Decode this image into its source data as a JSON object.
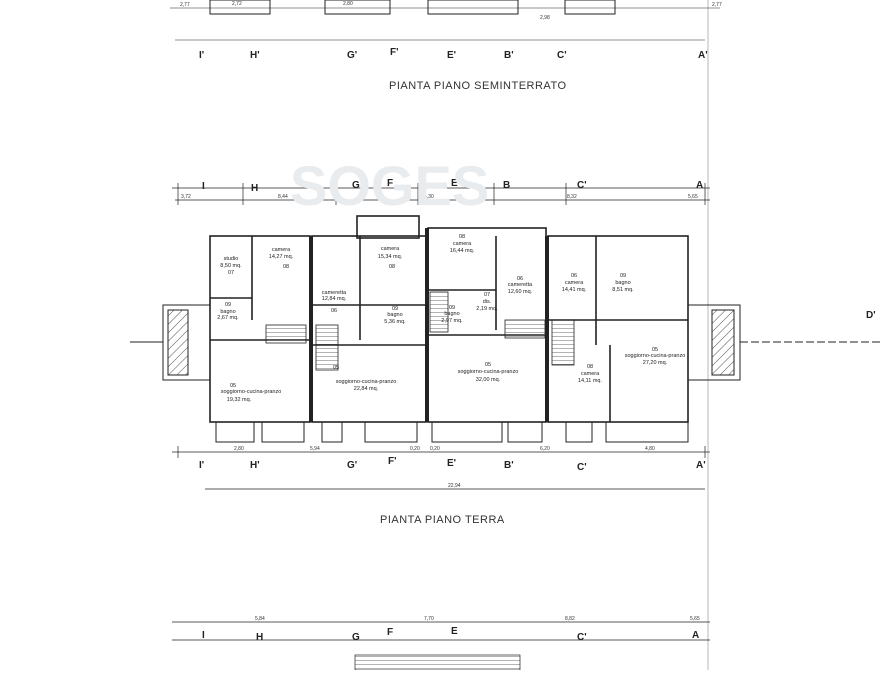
{
  "titles": {
    "basement": "PIANTA PIANO SEMINTERRATO",
    "ground": "PIANTA PIANO TERRA"
  },
  "top_axis_labels": [
    "I'",
    "H'",
    "G'",
    "F'",
    "E'",
    "B'",
    "C'",
    "A'"
  ],
  "top_strip_dims": [
    "2,77",
    "2,72",
    "2,80",
    "2,77",
    "2,98"
  ],
  "ground_top_axis_labels": [
    "I",
    "H",
    "G",
    "F",
    "E",
    "B",
    "C'",
    "A"
  ],
  "ground_top_dims": [
    "3,72",
    "8,44",
    "5,30",
    "8,32",
    "5,65"
  ],
  "ground_bottom_axis_labels": [
    "I'",
    "H'",
    "G'",
    "F'",
    "E'",
    "B'",
    "C'",
    "A'"
  ],
  "ground_bottom_dims": [
    "2,80",
    "5,94",
    "0,20",
    "0,20",
    "6,20",
    "4,80"
  ],
  "total_dim": "22,94",
  "section_marker": "D'",
  "watermark": "SOGES",
  "rooms": [
    {
      "num": "07",
      "name": "studio",
      "area": "8,50 mq."
    },
    {
      "num": "08",
      "name": "camera",
      "area": "14,27 mq."
    },
    {
      "num": "06",
      "name": "cameretta",
      "area": "12,84 mq."
    },
    {
      "num": "08",
      "name": "camera",
      "area": "15,34 mq."
    },
    {
      "num": "09",
      "name": "bagno",
      "area": "5,36 mq."
    },
    {
      "num": "09",
      "name": "bagno",
      "area": "2,67 mq."
    },
    {
      "num": "05",
      "name": "soggiorno-cucina-pranzo",
      "area": "19,32 mq."
    },
    {
      "num": "05",
      "name": "soggiorno-cucina-pranzo",
      "area": "22,84 mq."
    },
    {
      "num": "08",
      "name": "camera",
      "area": "16,44 mq."
    },
    {
      "num": "06",
      "name": "cameretta",
      "area": "12,60 mq."
    },
    {
      "num": "07",
      "name": "dis.",
      "area": "2,19 mq."
    },
    {
      "num": "09",
      "name": "bagno",
      "area": "2,97 mq."
    },
    {
      "num": "05",
      "name": "soggiorno-cucina-pranzo",
      "area": "32,00 mq."
    },
    {
      "num": "06",
      "name": "camera",
      "area": "14,41 mq."
    },
    {
      "num": "09",
      "name": "bagno",
      "area": "8,51 mq."
    },
    {
      "num": "08",
      "name": "camera",
      "area": "14,11 mq."
    },
    {
      "num": "05",
      "name": "soggiorno-cucina-pranzo",
      "area": "27,20 mq."
    }
  ],
  "bottom_axis_labels": [
    "I",
    "H",
    "G",
    "F",
    "E",
    "C'",
    "A"
  ],
  "bottom_dims": [
    "5,84",
    "7,70",
    "8,82",
    "5,65"
  ]
}
